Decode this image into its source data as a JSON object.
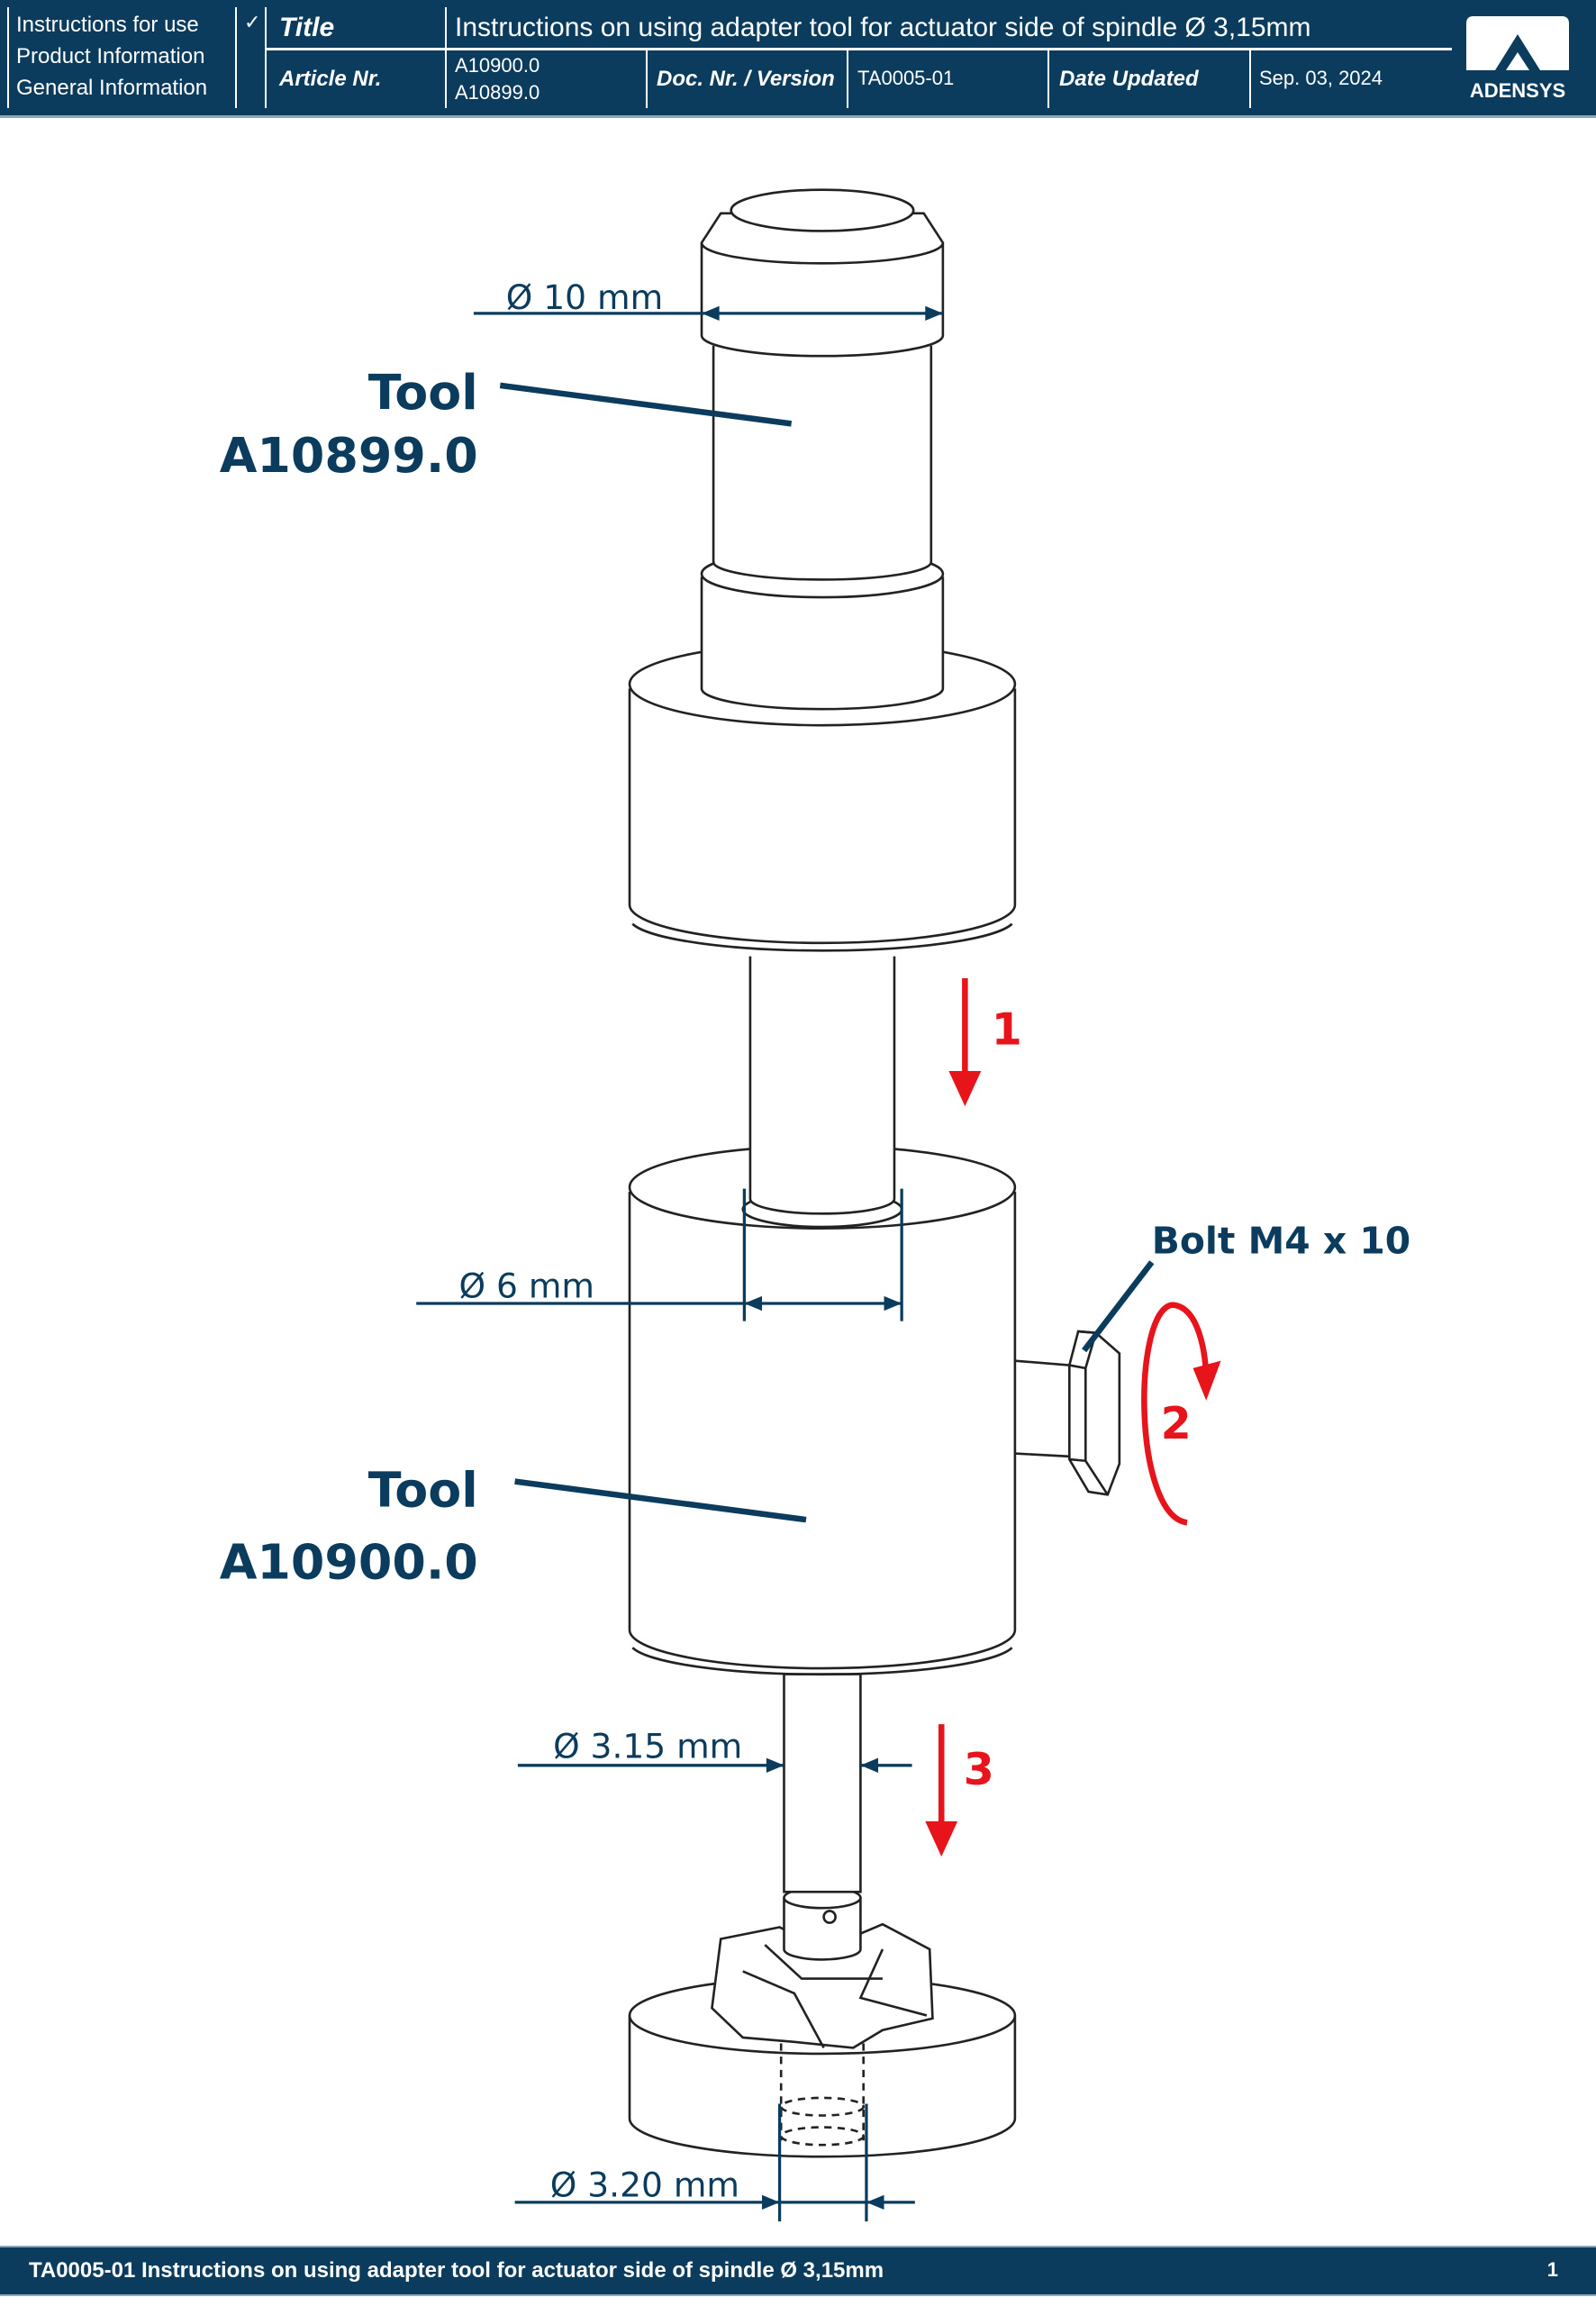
{
  "header": {
    "nav": [
      "Instructions for use",
      "Product Information",
      "General Information"
    ],
    "check": "✓",
    "title_label": "Title",
    "title": "Instructions on using adapter tool for actuator side of spindle Ø 3,15mm",
    "article_label": "Article Nr.",
    "article_values": [
      "A10900.0",
      "A10899.0"
    ],
    "doc_label": "Doc. Nr. / Version",
    "doc_value": "TA0005-01",
    "date_label": "Date Updated",
    "date_value": "Sep. 03, 2024",
    "logo": "ADENSYS"
  },
  "drawing": {
    "dim_top": "Ø 10 mm",
    "tool_top": [
      "Tool",
      "A10899.0"
    ],
    "step1": "1",
    "dim_mid": "Ø 6 mm",
    "bolt": "Bolt M4 x 10",
    "step2": "2",
    "tool_bottom": [
      "Tool",
      "A10900.0"
    ],
    "dim_spindle": "Ø 3.15 mm",
    "step3": "3",
    "dim_hole": "Ø 3.20 mm"
  },
  "footer": {
    "text": "TA0005-01 Instructions on using adapter tool for actuator side of spindle Ø 3,15mm",
    "page": "1"
  },
  "colors": {
    "navy": "#0b3c5d",
    "red": "#e8141c"
  }
}
